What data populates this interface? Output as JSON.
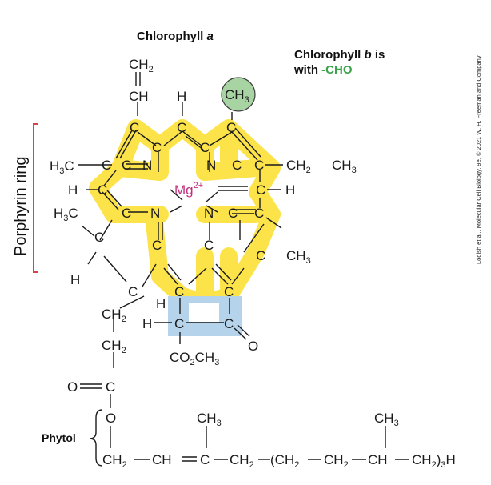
{
  "title": {
    "name": "Chlorophyll",
    "variant": "a"
  },
  "note": {
    "line1_pre": "Chlorophyll ",
    "line1_var": "b",
    "line1_post": " is",
    "line2_pre": "with ",
    "line2_group": "-CHO"
  },
  "side_label": "Porphyrin ring",
  "credit": "Lodish et al., Molecular Cell Biology, 9e, © 2021 W. H. Freeman and Company",
  "center_metal": {
    "symbol": "Mg",
    "charge": "2+"
  },
  "labels": {
    "ch2": "CH",
    "sub2": "2",
    "ch": "CH",
    "h": "H",
    "ch3": "CH",
    "sub3": "3",
    "c": "C",
    "n": "N",
    "h3c": "H",
    "o": "O",
    "co2": "CO",
    "ch3b": "CH",
    "phytol": "Phytol",
    "open": "(",
    "close": ")",
    "hyd": "H"
  },
  "colors": {
    "ring_highlight": "#fde34a",
    "ring_e": "#b6d3ec",
    "cho_circle": "#a8d4a3",
    "side_bracket": "#d64545"
  }
}
